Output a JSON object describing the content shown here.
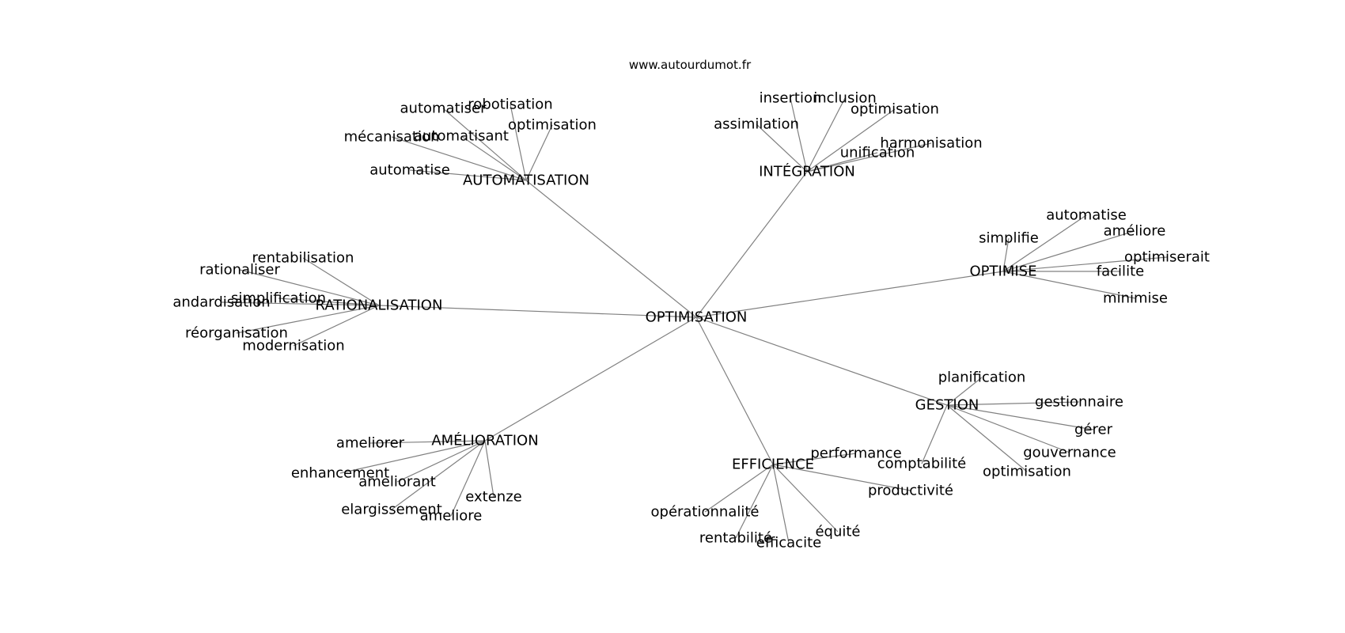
{
  "site_label": "www.autourdumot.fr",
  "center": {
    "label": "OPTIMISATION"
  },
  "hubs": [
    {
      "id": "automatisation",
      "label": "AUTOMATISATION",
      "leaves": [
        "automatiser",
        "robotisation",
        "mécanisation",
        "automatisant",
        "optimisation",
        "automatise"
      ]
    },
    {
      "id": "integration",
      "label": "INTÉGRATION",
      "leaves": [
        "insertion",
        "inclusion",
        "optimisation",
        "assimilation",
        "harmonisation",
        "unification"
      ]
    },
    {
      "id": "optimise",
      "label": "OPTIMISE",
      "leaves": [
        "automatise",
        "simplifie",
        "améliore",
        "optimiserait",
        "facilite",
        "minimise"
      ]
    },
    {
      "id": "rationalisation",
      "label": "RATIONALISATION",
      "leaves": [
        "rentabilisation",
        "rationaliser",
        "simplification",
        "andardisation",
        "réorganisation",
        "modernisation"
      ]
    },
    {
      "id": "gestion",
      "label": "GESTION",
      "leaves": [
        "planification",
        "gestionnaire",
        "gérer",
        "gouvernance",
        "comptabilité",
        "optimisation"
      ]
    },
    {
      "id": "amelioration",
      "label": "AMÉLIORATION",
      "leaves": [
        "ameliorer",
        "enhancement",
        "ameliorant",
        "extenze",
        "elargissement",
        "ameliore"
      ]
    },
    {
      "id": "efficience",
      "label": "EFFICIENCE",
      "leaves": [
        "performance",
        "productivité",
        "opérationnalité",
        "rentabilité",
        "efficacite",
        "équité"
      ]
    }
  ]
}
